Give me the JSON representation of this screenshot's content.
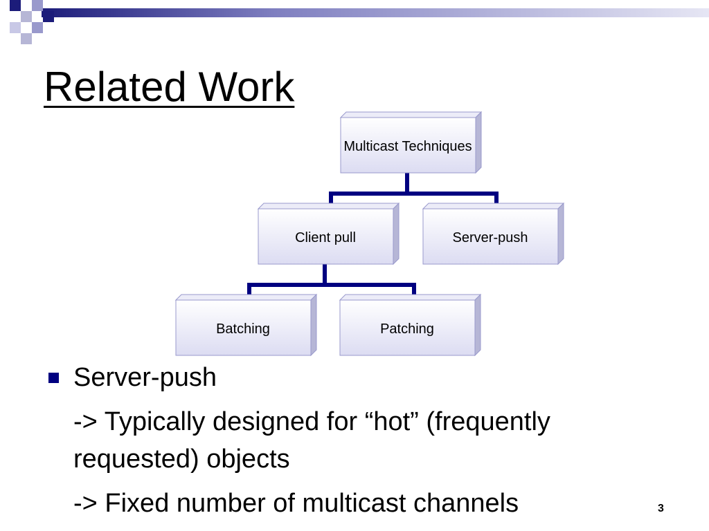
{
  "slide": {
    "title": "Related Work",
    "page_number": "3"
  },
  "diagram": {
    "root": "Multicast Techniques",
    "level1": [
      "Client pull",
      "Server-push"
    ],
    "level2": [
      "Batching",
      "Patching"
    ]
  },
  "bullets": {
    "main": "Server-push",
    "lines": [
      "-> Typically designed for “hot” (frequently",
      "requested) objects",
      "-> Fixed number of multicast channels"
    ]
  },
  "colors": {
    "accent_navy": "#000080",
    "node_border": "#9999cc",
    "node_fill_top": "#ffffff",
    "node_fill_bottom": "#dcdcf2",
    "node_side": "#b6b6d6",
    "header_dark": "#1c1c7a",
    "header_mid": "#7f7fc0",
    "header_light": "#c8c8e6"
  },
  "icons": {
    "bullet": "square-bullet-icon",
    "header": "checker-pattern-icon"
  }
}
